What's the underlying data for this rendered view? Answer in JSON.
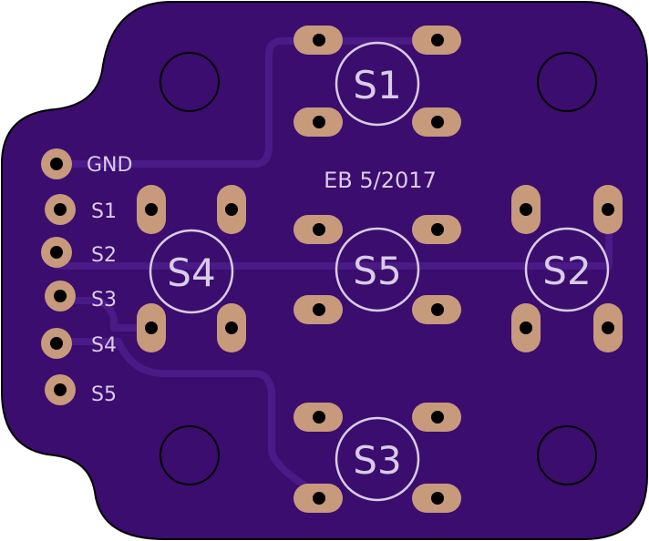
{
  "board": {
    "label": "EB 5/2017",
    "colors": {
      "board": "#3b0d6e",
      "trace": "#4a1a87",
      "pad": "#c79a7c",
      "silk": "#d9cce8",
      "outline": "#000000",
      "hole": "#000000"
    }
  },
  "header": {
    "pins": [
      {
        "label": "GND"
      },
      {
        "label": "S1"
      },
      {
        "label": "S2"
      },
      {
        "label": "S3"
      },
      {
        "label": "S4"
      },
      {
        "label": "S5"
      }
    ]
  },
  "switches": [
    {
      "label": "S1"
    },
    {
      "label": "S2"
    },
    {
      "label": "S3"
    },
    {
      "label": "S4"
    },
    {
      "label": "S5"
    }
  ]
}
